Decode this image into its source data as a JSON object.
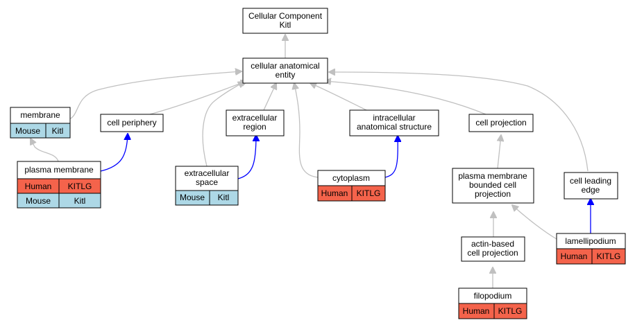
{
  "colors": {
    "human": "#f4634b",
    "mouse": "#add8e6",
    "edge_is_a": "#c0c0c0",
    "edge_part_of": "#0000ff"
  },
  "nodes": {
    "root": {
      "line1": "Cellular Component",
      "line2": "Kitl"
    },
    "cae": {
      "line1": "cellular anatomical",
      "line2": "entity"
    },
    "membrane": {
      "label": "membrane",
      "species": "Mouse",
      "gene": "Kitl"
    },
    "cell_periphery": {
      "label": "cell periphery"
    },
    "extracellular_region": {
      "line1": "extracellular",
      "line2": "region"
    },
    "intracellular": {
      "line1": "intracellular",
      "line2": "anatomical structure"
    },
    "cell_projection": {
      "label": "cell projection"
    },
    "plasma_membrane": {
      "label": "plasma membrane",
      "human_species": "Human",
      "human_gene": "KITLG",
      "mouse_species": "Mouse",
      "mouse_gene": "Kitl"
    },
    "extracellular_space": {
      "line1": "extracellular",
      "line2": "space",
      "species": "Mouse",
      "gene": "Kitl"
    },
    "cytoplasm": {
      "label": "cytoplasm",
      "species": "Human",
      "gene": "KITLG"
    },
    "pmbcp": {
      "line1": "plasma membrane",
      "line2": "bounded cell",
      "line3": "projection"
    },
    "cell_leading_edge": {
      "line1": "cell leading",
      "line2": "edge"
    },
    "actin_based": {
      "line1": "actin-based",
      "line2": "cell projection"
    },
    "lamellipodium": {
      "label": "lamellipodium",
      "species": "Human",
      "gene": "KITLG"
    },
    "filopodium": {
      "label": "filopodium",
      "species": "Human",
      "gene": "KITLG"
    }
  }
}
